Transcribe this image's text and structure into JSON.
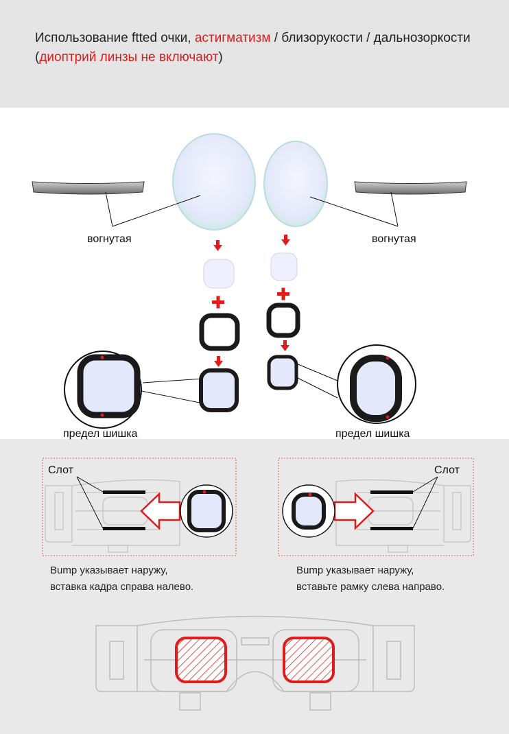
{
  "heading": {
    "part1": "Использование ftted очки, ",
    "part2_red": "астигматизм",
    "part3": " / близорукости / дальнозоркости",
    "part4_open": "(",
    "part5_red": "диоптрий линзы не включают",
    "part6_close": ")"
  },
  "labels": {
    "concave_left": "вогнутая",
    "concave_right": "вогнутая",
    "limit_bump_left": "предел шишка",
    "limit_bump_right": "предел шишка",
    "slot_left": "Слот",
    "slot_right": "Слот"
  },
  "captions": {
    "left_line1": "Bump указывает наружу,",
    "left_line2": "вставка кадра справа налево.",
    "right_line1": "Bump указывает наружу,",
    "right_line2": "вставьте рамку слева направо."
  },
  "colors": {
    "accent_red": "#e01b1b",
    "band_gray": "#e5e5e5",
    "frame_black": "#1a1a1a",
    "lens_blue": "#dfe6fa"
  },
  "icons": [
    "arrow-down-icon",
    "plus-icon",
    "arrow-left-outline-icon",
    "arrow-right-outline-icon"
  ]
}
